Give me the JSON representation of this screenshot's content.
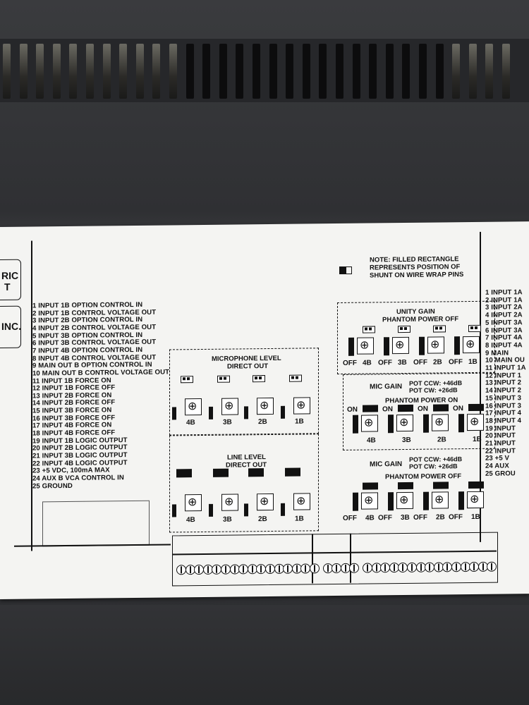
{
  "pin_list": [
    "1  INPUT 1B OPTION CONTROL IN",
    "2  INPUT 1B CONTROL VOLTAGE OUT",
    "3  INPUT 2B OPTION CONTROL IN",
    "4  INPUT 2B CONTROL VOLTAGE OUT",
    "5  INPUT 3B OPTION CONTROL IN",
    "6  INPUT 3B CONTROL VOLTAGE OUT",
    "7  INPUT 4B OPTION CONTROL IN",
    "8  INPUT 4B CONTROL VOLTAGE OUT",
    "9  MAIN OUT B OPTION CONTROL IN",
    "10  MAIN OUT B CONTROL VOLTAGE OUT",
    "11  INPUT 1B FORCE ON",
    "12  INPUT 1B FORCE OFF",
    "13  INPUT 2B FORCE ON",
    "14  INPUT 2B FORCE OFF",
    "15  INPUT 3B FORCE ON",
    "16  INPUT 3B FORCE OFF",
    "17  INPUT 4B FORCE ON",
    "18  INPUT 4B FORCE OFF",
    "19  INPUT 1B LOGIC OUTPUT",
    "20  INPUT 2B LOGIC OUTPUT",
    "21  INPUT 3B LOGIC OUTPUT",
    "22  INPUT 4B LOGIC OUTPUT",
    "23  +5 VDC, 100mA MAX",
    "24  AUX B VCA CONTROL IN",
    "25  GROUND"
  ],
  "right_pin_list": [
    "1  INPUT 1A",
    "2  INPUT 1A",
    "3  INPUT 2A",
    "4  INPUT 2A",
    "5  INPUT 3A",
    "6  INPUT 3A",
    "7  INPUT 4A",
    "8  INPUT 4A",
    "9  MAIN",
    "10  MAIN OU",
    "11  INPUT 1A",
    "12  INPUT 1",
    "13  INPUT 2",
    "14  INPUT 2",
    "15  INPUT 3",
    "16  INPUT 3",
    "17  INPUT 4",
    "18  INPUT 4",
    "19  INPUT",
    "20  INPUT",
    "21  INPUT",
    "22  INPUT",
    "23  +5 V",
    "24  AUX",
    "25  GROU"
  ],
  "left_fragments": [
    "RIC",
    "T",
    "INC."
  ],
  "note": [
    "NOTE:  FILLED RECTANGLE",
    "REPRESENTS POSITION OF",
    "SHUNT ON WIRE WRAP PINS"
  ],
  "mic_level": {
    "title1": "MICROPHONE LEVEL",
    "title2": "DIRECT OUT",
    "channels": [
      "4B",
      "3B",
      "2B",
      "1B"
    ]
  },
  "line_level": {
    "title1": "LINE LEVEL",
    "title2": "DIRECT OUT",
    "channels": [
      "4B",
      "3B",
      "2B",
      "1B"
    ]
  },
  "unity_gain": {
    "title1": "UNITY GAIN",
    "title2": "PHANTOM POWER OFF",
    "labels": [
      "OFF",
      "4B",
      "OFF",
      "3B",
      "OFF",
      "2B",
      "OFF",
      "1B"
    ]
  },
  "mic_gain_on": {
    "label": "MIC GAIN",
    "pot1": "POT CCW: +46dB",
    "pot2": "POT CW:  +26dB",
    "phantom": "PHANTOM POWER ON",
    "on_labels": [
      "ON",
      "ON",
      "ON",
      "ON"
    ],
    "channels": [
      "4B",
      "3B",
      "2B",
      "1B"
    ]
  },
  "mic_gain_off": {
    "label": "MIC GAIN",
    "pot1": "POT CCW: +46dB",
    "pot2": "POT CW:  +26dB",
    "phantom": "PHANTOM POWER OFF",
    "labels": [
      "OFF",
      "4B",
      "OFF",
      "3B",
      "OFF",
      "2B",
      "OFF",
      "1B"
    ]
  }
}
